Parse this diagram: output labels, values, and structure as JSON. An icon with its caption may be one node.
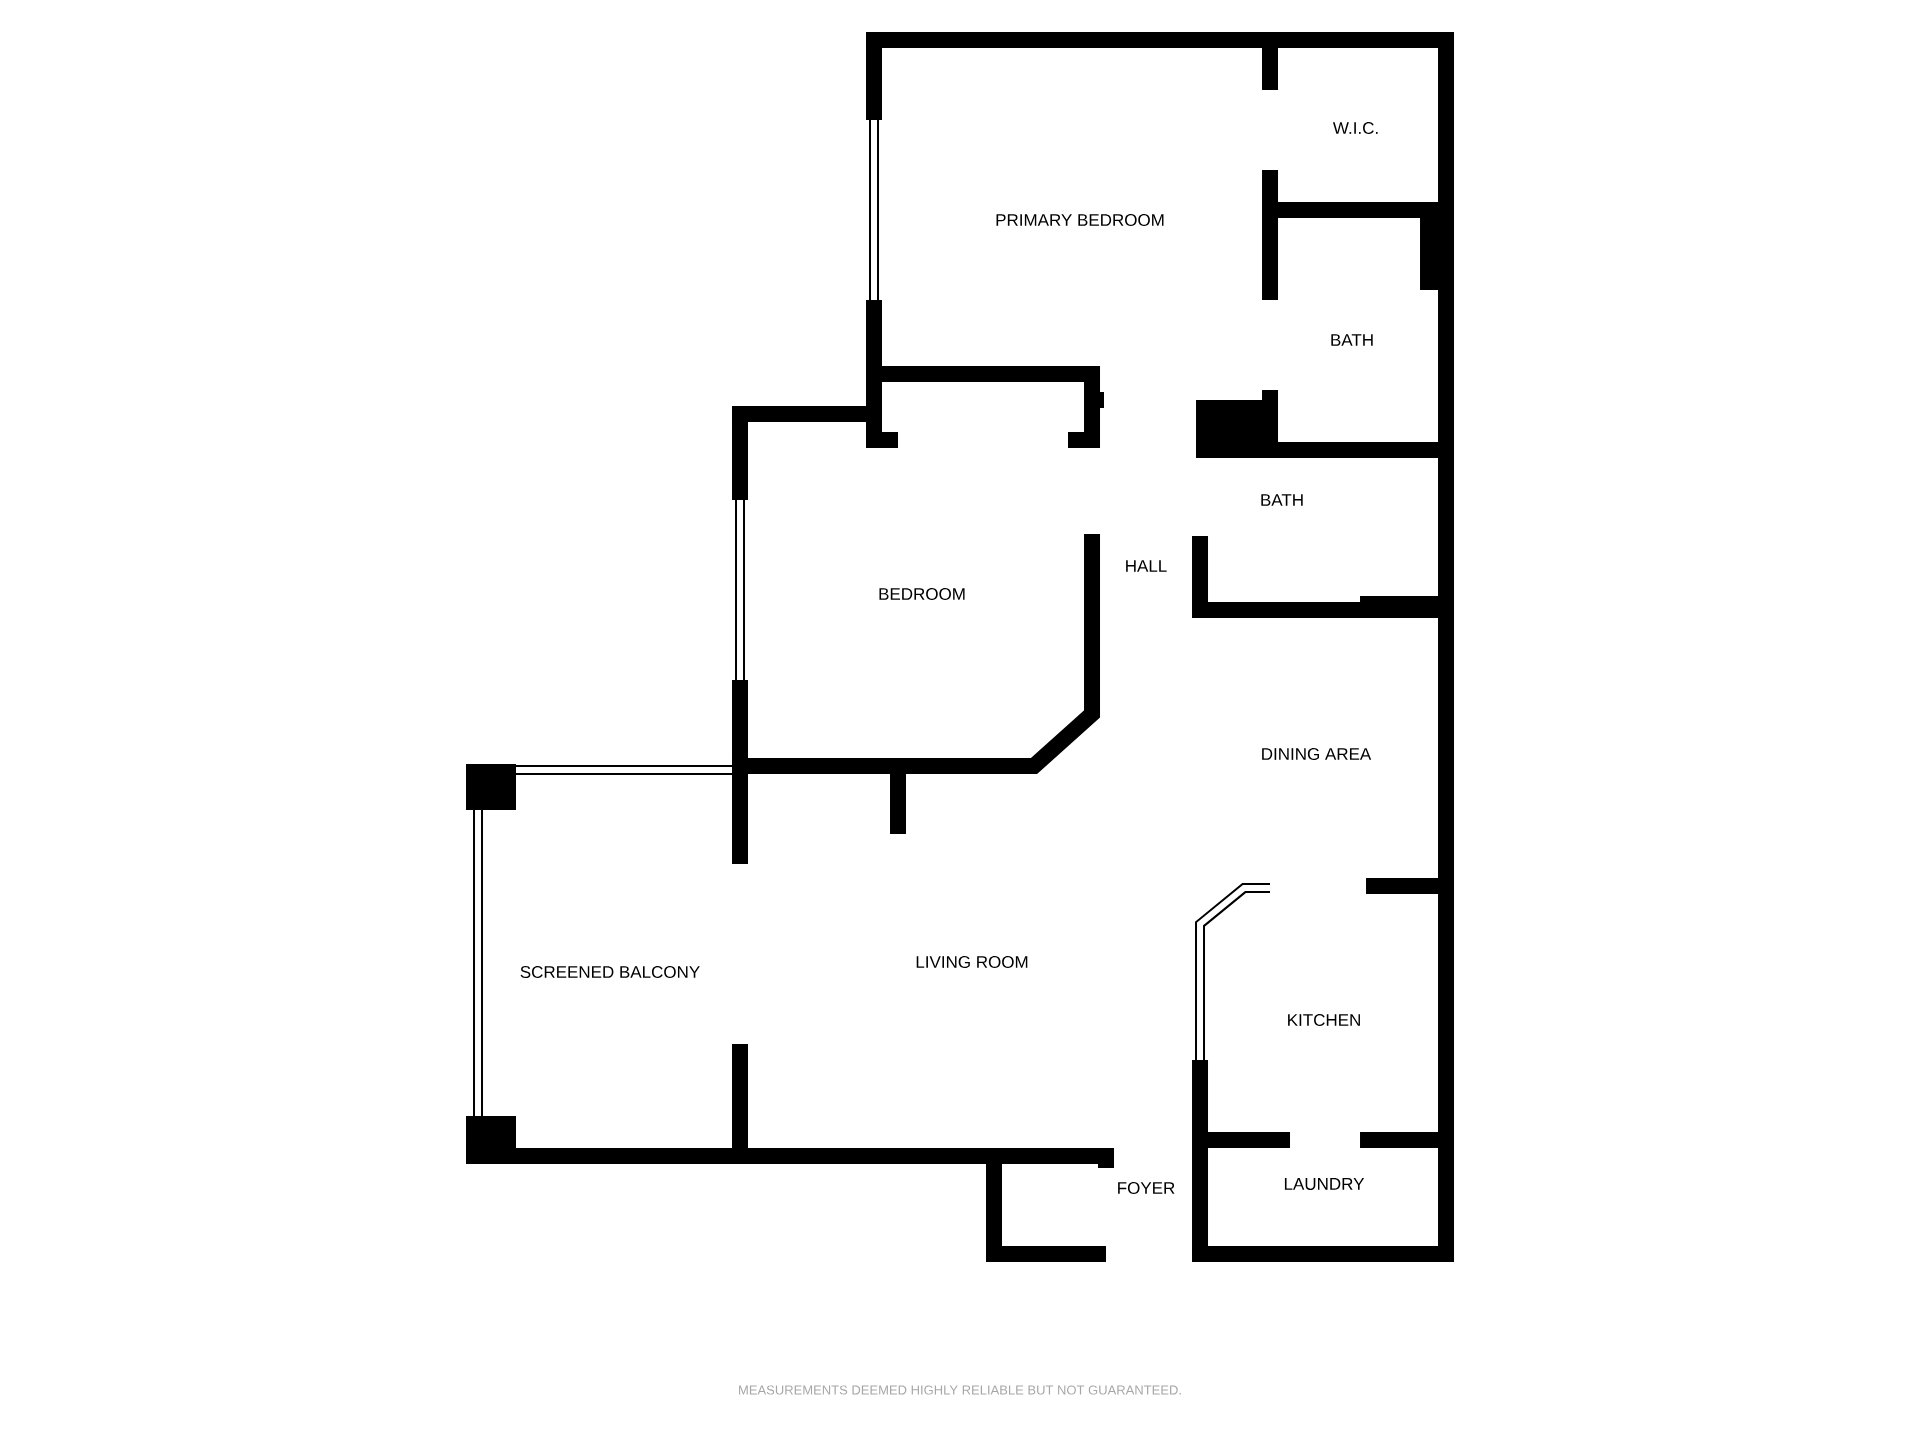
{
  "diagram": {
    "labels": [
      "W.I.C.",
      "PRIMARY BEDROOM",
      "BATH",
      "BATH",
      "HALL",
      "BEDROOM",
      "DINING AREA",
      "SCREENED BALCONY",
      "LIVING ROOM",
      "KITCHEN",
      "LAUNDRY",
      "FOYER",
      "MEASUREMENTS DEEMED HIGHLY RELIABLE BUT NOT GUARANTEED."
    ]
  }
}
